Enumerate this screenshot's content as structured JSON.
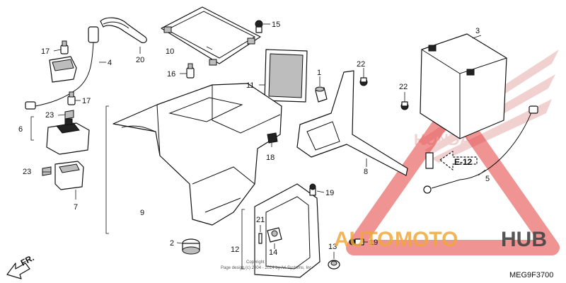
{
  "diagram": {
    "part_labels": [
      "1",
      "2",
      "3",
      "4",
      "5",
      "6",
      "7",
      "8",
      "9",
      "10",
      "11",
      "12",
      "13",
      "14",
      "15",
      "16",
      "17",
      "17",
      "18",
      "19",
      "19",
      "20",
      "21",
      "22",
      "22",
      "23",
      "23"
    ],
    "reference": "E-12",
    "direction_label": "FR.",
    "code": "MEG9F3700",
    "watermark": {
      "part1": "AUTO",
      "part2": "MOTO",
      "part3": "HUB"
    },
    "battery_brand": "HONDA",
    "copyright": "Copyright",
    "copyright_line2": "Page design (c) 2004 - 2014 by Ari Systems, Inc.",
    "colors": {
      "watermark_red": "#e43b3b",
      "watermark_gray": "#444444",
      "watermark_orange": "#f0a83c"
    }
  }
}
